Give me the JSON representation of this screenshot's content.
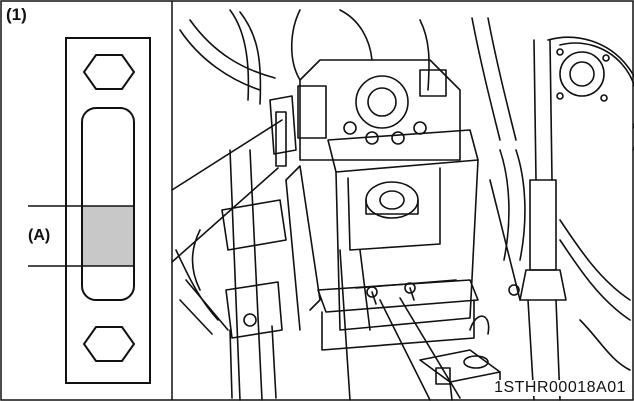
{
  "figure": {
    "number_label": "(1)",
    "callout_label": "(A)",
    "drawing_code": "1STHR00018A01",
    "gauge_band_color": "#c8c8c8",
    "line_color": "#111111"
  }
}
